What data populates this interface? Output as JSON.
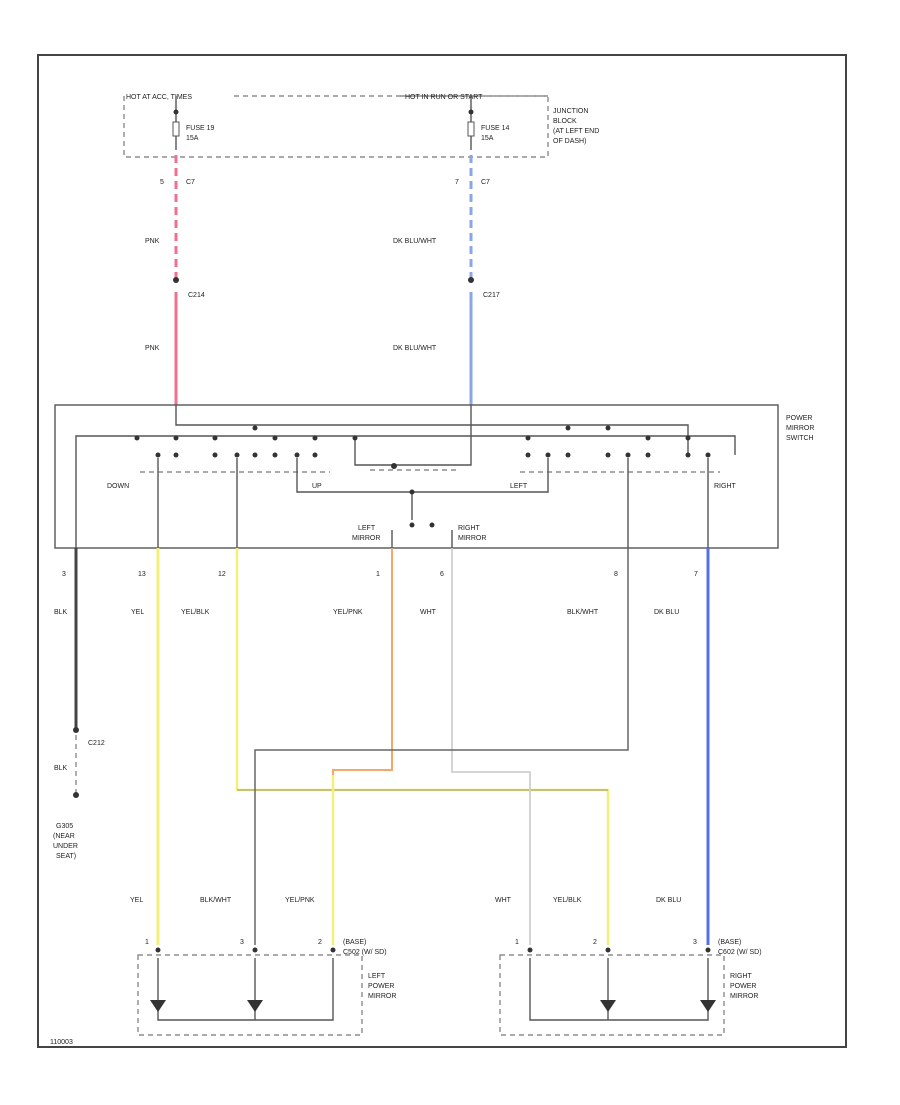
{
  "labels": {
    "hot_acc": "HOT AT ACC, TIMES",
    "hot_run": "HOT IN RUN OR START",
    "fuse19": "FUSE 19",
    "fuse19_amp": "15A",
    "fuse14": "FUSE 14",
    "fuse14_amp": "15A",
    "junction1": "JUNCTION",
    "junction2": "BLOCK",
    "junction3": "(AT LEFT END",
    "junction4": "OF DASH)",
    "pin5": "5",
    "c7_left": "C7",
    "pin7_top": "7",
    "c7_right": "C7",
    "pnk1": "PNK",
    "pnk2": "PNK",
    "dkbluwht1": "DK BLU/WHT",
    "dkbluwht2": "DK BLU/WHT",
    "c214": "C214",
    "c217": "C217",
    "switch1": "POWER",
    "switch2": "MIRROR",
    "switch3": "SWITCH",
    "down": "DOWN",
    "up": "UP",
    "left": "LEFT",
    "right": "RIGHT",
    "left_mirror1": "LEFT",
    "left_mirror2": "MIRROR",
    "right_mirror1": "RIGHT",
    "right_mirror2": "MIRROR",
    "sw_pin3": "3",
    "sw_pin13": "13",
    "sw_pin12": "12",
    "sw_pin1": "1",
    "sw_pin6": "6",
    "sw_pin8": "8",
    "sw_pin7": "7",
    "blk_top": "BLK",
    "yel_top": "YEL",
    "yelblk_top": "YEL/BLK",
    "yelpnk_top": "YEL/PNK",
    "wht_top": "WHT",
    "blkwht_top": "BLK/WHT",
    "dkblu_top": "DK BLU",
    "c212": "C212",
    "blk_bottom": "BLK",
    "ground1": "G305",
    "ground2": "(NEAR",
    "ground3": "UNDER",
    "ground4": "SEAT)",
    "yel_bot": "YEL",
    "blkwht_bot": "BLK/WHT",
    "yelpnk_bot": "YEL/PNK",
    "wht_bot": "WHT",
    "yelblk_bot": "YEL/BLK",
    "dkblu_bot": "DK BLU",
    "lm_pin1": "1",
    "lm_pin3": "3",
    "lm_pin2": "2",
    "rm_pin1": "1",
    "rm_pin2": "2",
    "rm_pin3": "3",
    "lm_conn1": "(BASE)",
    "lm_conn2": "C502 (W/ SD)",
    "rm_conn1": "(BASE)",
    "rm_conn2": "C602 (W/ SD)",
    "lpm1": "LEFT",
    "lpm2": "POWER",
    "lpm3": "MIRROR",
    "rpm1": "RIGHT",
    "rpm2": "POWER",
    "rpm3": "MIRROR",
    "figure_id": "110003"
  },
  "colors": {
    "pink": "#f07090",
    "blue_light": "#8aa6e8",
    "blue_dark": "#5570e0",
    "yellow": "#f3f07a",
    "orange": "#f5a86a",
    "white_wire": "#d8d8d8",
    "black_wire": "#444444"
  }
}
